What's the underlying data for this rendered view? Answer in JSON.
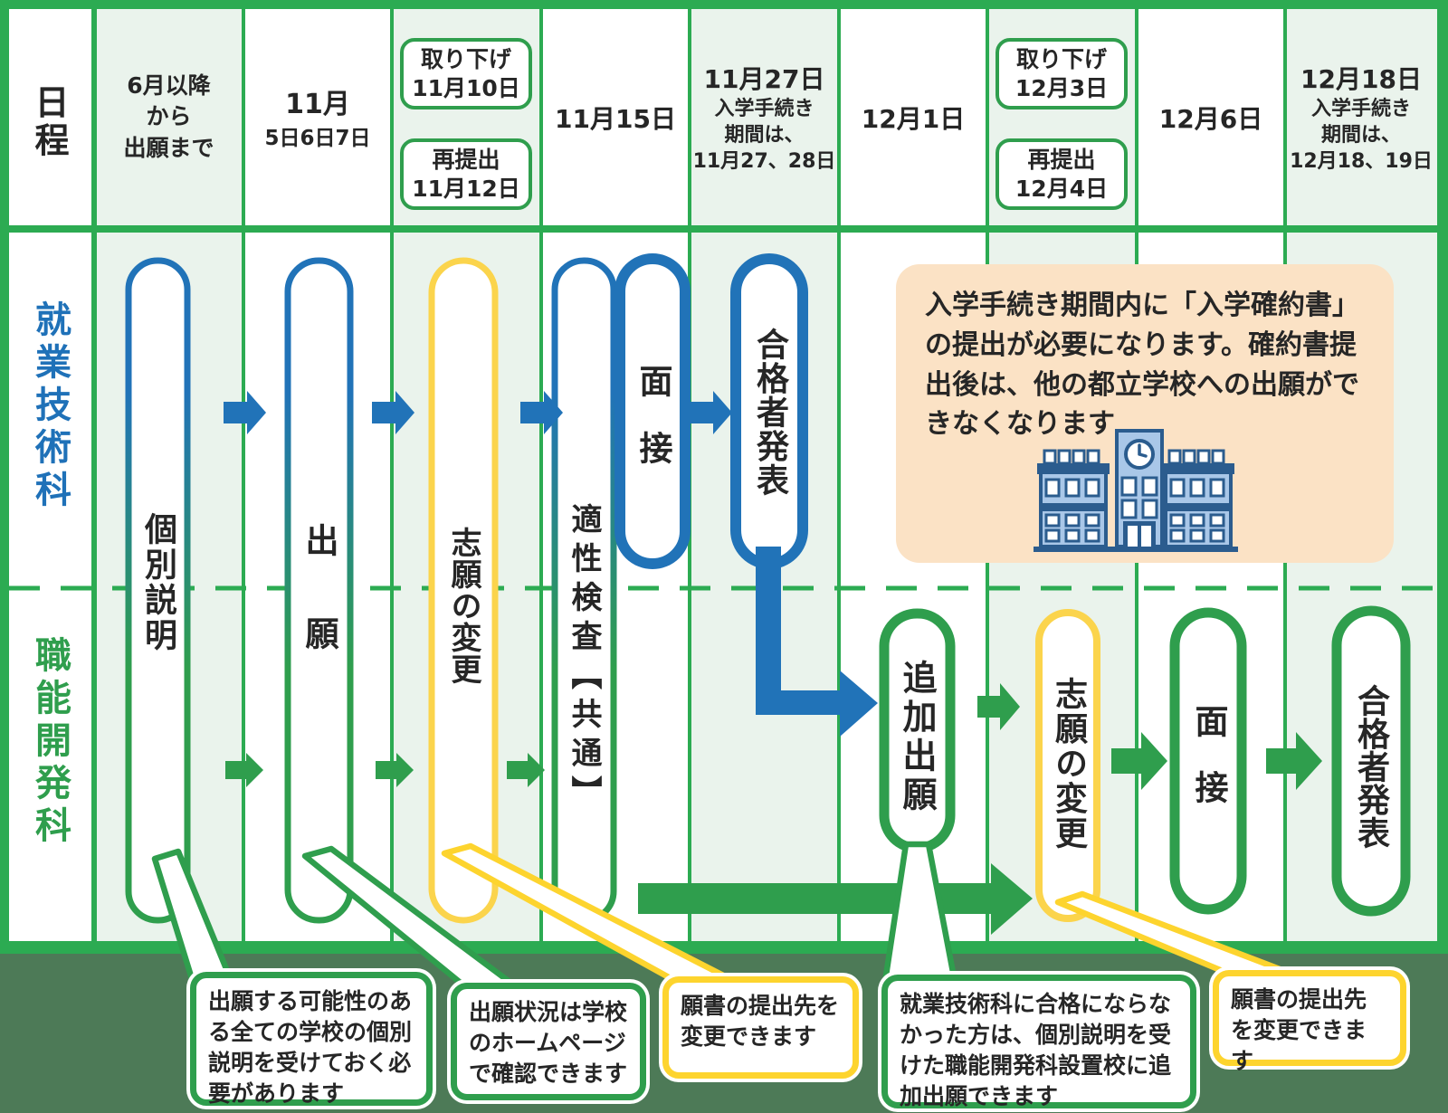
{
  "title": "就業技術科・職能開発科 出願から合格者発表までの日程図",
  "palette": {
    "frame_green": "#2cab52",
    "element_green": "#2f9e4d",
    "blue": "#2173b8",
    "yellow_pill": "#fbd44c",
    "yellow_border": "#fdd42e",
    "light_green_column": "#eaf3ec",
    "footer_green": "#4d7a57",
    "orange_note_bg": "#fbe2c5",
    "text_dark": "#262626",
    "blue_track_label": "#1f71b8"
  },
  "header": {
    "schedule_label": "日程",
    "columns": [
      {
        "id": "c1",
        "lines": "6月以降\nから\n出願まで"
      },
      {
        "id": "c2",
        "main": "11月",
        "sub": "5日6日7日"
      },
      {
        "id": "c3",
        "boxes": [
          {
            "title": "取り下げ",
            "date": "11月10日"
          },
          {
            "title": "再提出",
            "date": "11月12日"
          }
        ]
      },
      {
        "id": "c4",
        "main": "11月15日"
      },
      {
        "id": "c5",
        "main": "11月27日",
        "sub": "入学手続き\n期間は、\n11月27、28日"
      },
      {
        "id": "c6",
        "main": "12月1日"
      },
      {
        "id": "c7",
        "boxes": [
          {
            "title": "取り下げ",
            "date": "12月3日"
          },
          {
            "title": "再提出",
            "date": "12月4日"
          }
        ]
      },
      {
        "id": "c8",
        "main": "12月6日"
      },
      {
        "id": "c9",
        "main": "12月18日",
        "sub": "入学手続き\n期間は、\n12月18、19日"
      }
    ]
  },
  "rows": [
    {
      "label": "就業技術科"
    },
    {
      "label": "職能開発科"
    }
  ],
  "steps": {
    "kobetsu": "個別説明",
    "shutsugan": "出願",
    "shigan_henko": "志願の変更",
    "tekisei": "適性検査【共通】",
    "mensetsu": "面接",
    "gokakusha": "合格者発表",
    "tsuika": "追加出願",
    "shigan_henko2": "志願の変更",
    "mensetsu2": "面接",
    "gokakusha2": "合格者発表"
  },
  "notes": {
    "admission": "入学手続き期間内に「入学確約書」の提出が必要になります。確約書提出後は、他の都立学校への出願ができなくなります",
    "note1": "出願する可能性のある全ての学校の個別説明を受けておく必要があります",
    "note2": "出願状況は学校のホームページで確認できます",
    "note3": "願書の提出先を変更できます",
    "note4": "就業技術科に合格にならなかった方は、個別説明を受けた職能開発科設置校に追加出願できます",
    "note5": "願書の提出先を変更できます"
  }
}
